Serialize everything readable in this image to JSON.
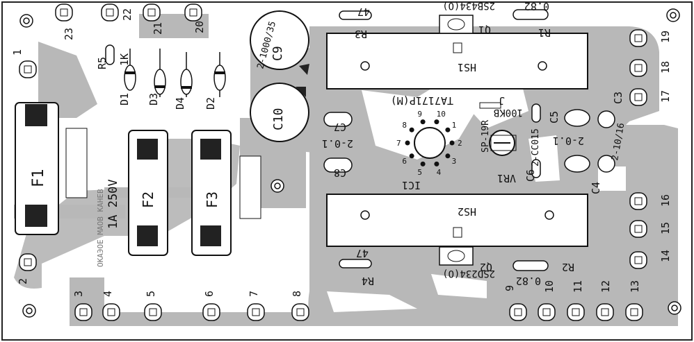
{
  "colors": {
    "copper": "#b8b8b8",
    "ink": "#111111",
    "paper": "#ffffff"
  },
  "pins": {
    "p1": "1",
    "p2": "2",
    "p3": "3",
    "p4": "4",
    "p5": "5",
    "p6": "6",
    "p7": "7",
    "p8": "8",
    "p9": "9",
    "p10": "10",
    "p11": "11",
    "p12": "12",
    "p13": "13",
    "p14": "14",
    "p15": "15",
    "p16": "16",
    "p17": "17",
    "p18": "18",
    "p19": "19",
    "p20": "20",
    "p21": "21",
    "p22": "22",
    "p23": "23"
  },
  "components": {
    "f1": "F1",
    "f2": "F2",
    "f3": "F3",
    "fuse_rating": "1A 250V",
    "d1": "D1",
    "d2": "D2",
    "d3": "D3",
    "d4": "D4",
    "r1": "R1",
    "r1_value": "0.82",
    "r2": "R2",
    "r2_value": "0.82",
    "r3": "R3",
    "r3_value": "47",
    "r4": "R4",
    "r4_value": "47",
    "r5": "R5",
    "r5_value": "1K",
    "c3": "C3",
    "c3_value": "2-10/16",
    "c4": "C4",
    "c4_value": "2-10/16",
    "c5": "C5",
    "c5_value": "2-0.1",
    "c6": "C6",
    "c6_value": "2-CC015",
    "c7": "C7",
    "c7_value": "2-0.1",
    "c8": "C8",
    "c9": "C9",
    "c9_value": "2-1000/35",
    "c10": "C10",
    "q1": "Q1",
    "q1_type": "2SB434(O)",
    "q2": "Q2",
    "q2_type": "2SD234(O)",
    "hs1": "HS1",
    "hs2": "HS2",
    "ic1": "IC1",
    "ic1_type": "TA7171P(M)",
    "vr1": "VR1",
    "vr1_type": "SP-19R",
    "vr1_value": "100KB",
    "jumper": "J"
  },
  "ic_pins": [
    "1",
    "2",
    "3",
    "4",
    "5",
    "6",
    "7",
    "8",
    "9",
    "10"
  ],
  "board_marking": "ОКАЭОЕ МАОВ КАНЕВ"
}
